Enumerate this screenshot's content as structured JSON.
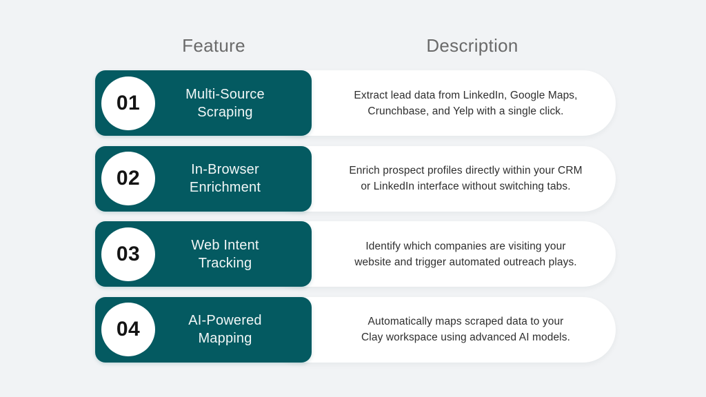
{
  "colors": {
    "background": "#F1F3F5",
    "card_teal": "#045A61",
    "pill_white": "#FFFFFF",
    "header_text": "#6A6A6A",
    "description_text": "#2E2E2E",
    "feature_text": "#F2F7F7",
    "number_text": "#141414"
  },
  "headers": {
    "feature": "Feature",
    "description": "Description"
  },
  "rows": [
    {
      "number": "01",
      "feature_line1": "Multi-Source",
      "feature_line2": "Scraping",
      "description_line1": "Extract lead data from LinkedIn, Google Maps,",
      "description_line2": "Crunchbase, and Yelp with a single click."
    },
    {
      "number": "02",
      "feature_line1": "In-Browser",
      "feature_line2": "Enrichment",
      "description_line1": "Enrich prospect profiles directly within your CRM",
      "description_line2": "or LinkedIn interface without switching tabs."
    },
    {
      "number": "03",
      "feature_line1": "Web Intent",
      "feature_line2": "Tracking",
      "description_line1": "Identify which companies are visiting your",
      "description_line2": "website and trigger automated outreach plays."
    },
    {
      "number": "04",
      "feature_line1": "AI-Powered",
      "feature_line2": "Mapping",
      "description_line1": "Automatically maps scraped data to your",
      "description_line2": "Clay workspace using advanced AI models."
    }
  ]
}
